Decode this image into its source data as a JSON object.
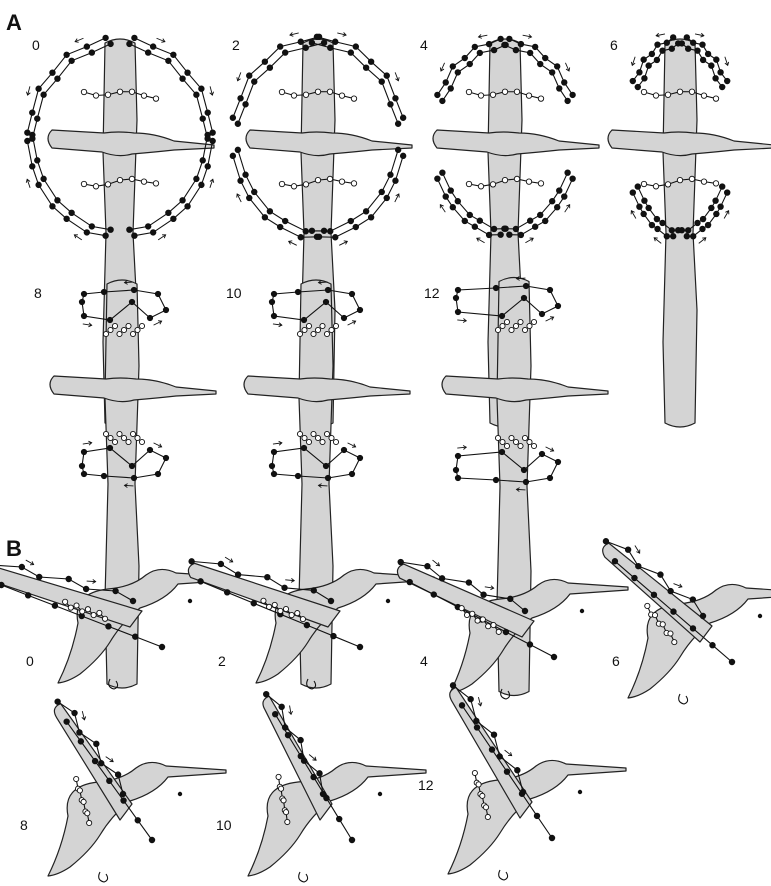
{
  "panels": [
    {
      "letter": "A",
      "frames": [
        "0",
        "2",
        "4",
        "6",
        "8",
        "10",
        "12"
      ]
    },
    {
      "letter": "B",
      "frames": [
        "0",
        "2",
        "4",
        "6",
        "8",
        "10",
        "12"
      ]
    }
  ],
  "colors": {
    "silhouette_fill": "#d4d4d4",
    "outline": "#222222",
    "marker": "#111111"
  }
}
